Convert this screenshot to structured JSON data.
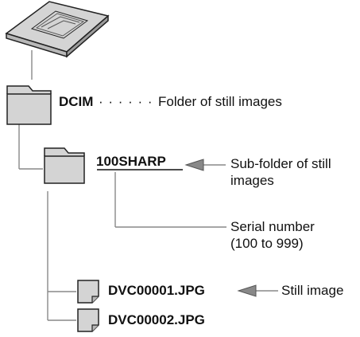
{
  "structure": {
    "root_folder": {
      "name": "DCIM",
      "leader": "· · · · · ·",
      "description": "Folder of still images"
    },
    "sub_folder": {
      "name": "100SHARP",
      "description_line1": "Sub-folder of still",
      "description_line2": "images"
    },
    "serial": {
      "label_line1": "Serial number",
      "label_line2": "(100 to 999)"
    },
    "files": [
      {
        "name": "DVC00001.JPG",
        "note": "Still image"
      },
      {
        "name": "DVC00002.JPG",
        "note": ""
      }
    ]
  },
  "icons": {
    "card": "memory-card-icon",
    "folder": "folder-icon",
    "file": "file-icon",
    "arrow": "left-arrow-icon"
  },
  "colors": {
    "line": "#888888",
    "icon_fill": "#d4d4d4",
    "icon_stroke": "#222222",
    "text": "#111111"
  }
}
